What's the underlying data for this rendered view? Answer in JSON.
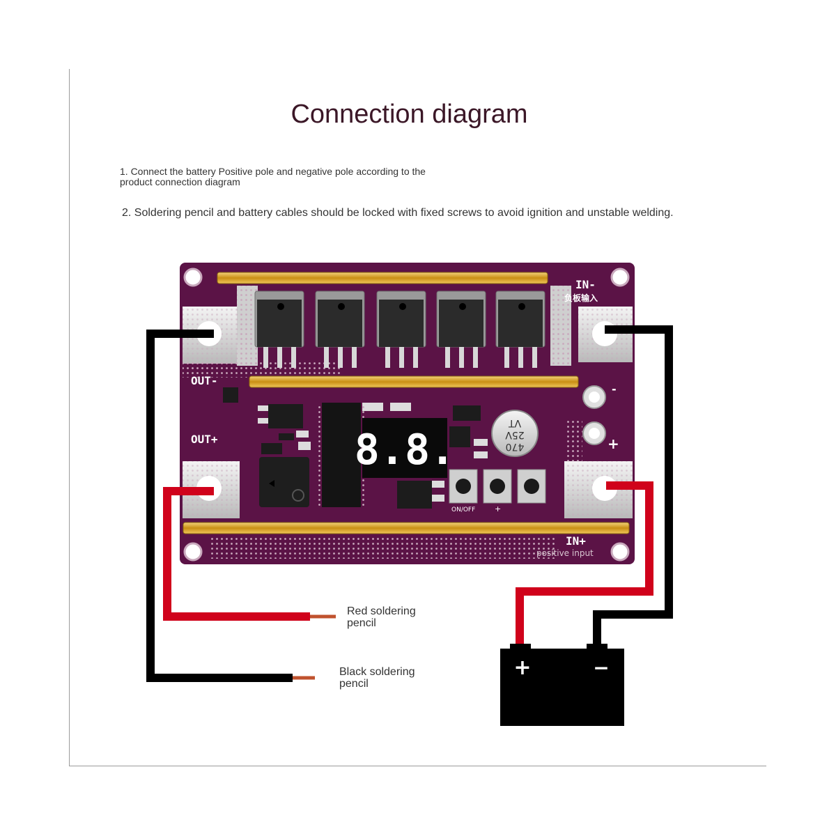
{
  "title": "Connection diagram",
  "notes": {
    "step1_line1": "1. Connect the battery Positive pole and negative pole according to the",
    "step1_line2": "product connection diagram",
    "step2": "2. Soldering pencil and battery cables should be locked with fixed screws to avoid ignition and unstable welding."
  },
  "board": {
    "in_minus": "IN-",
    "in_minus_cn": "负板输入",
    "in_plus": "IN+",
    "in_plus_sub": "positive input",
    "out_minus": "OUT-",
    "out_plus": "OUT+",
    "display": "8.8.",
    "capacitor_line1": "470",
    "capacitor_line2": "25V",
    "capacitor_line3": "VT",
    "on_off": "ON/OFF",
    "button_plus": "+",
    "terminal_minus": "-",
    "terminal_plus": "+"
  },
  "battery": {
    "plus": "+",
    "minus": "−"
  },
  "labels": {
    "red_line1": "Red soldering",
    "red_line2": "pencil",
    "black_line1": "Black soldering",
    "black_line2": "pencil"
  },
  "colors": {
    "pcb": "#5b1346",
    "wire_red": "#d0021b",
    "wire_black": "#000000",
    "copper_bar": "#d4a017",
    "title_text": "#3b1727"
  }
}
